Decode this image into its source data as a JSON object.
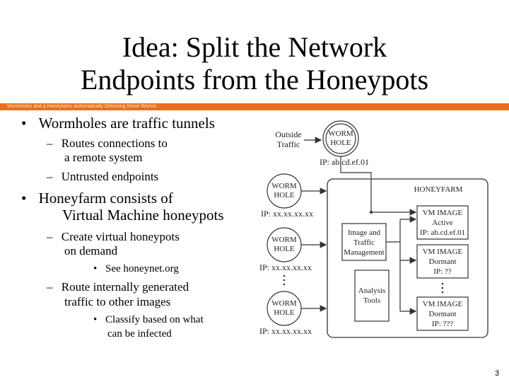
{
  "slide": {
    "title_line1": "Idea: Split the Network",
    "title_line2": "Endpoints from the Honeypots",
    "banner": "Wormholes and a Honeyfarm: Automatically Detecting Novel Worms",
    "page_number": "3",
    "accent_color": "#e8701c"
  },
  "bullets": {
    "b1": "Wormholes are traffic tunnels",
    "b1_1a": "Routes connections to",
    "b1_1b": "a remote system",
    "b1_2": "Untrusted endpoints",
    "b2a": "Honeyfarm consists of",
    "b2b": "Virtual Machine honeypots",
    "b2_1a": "Create virtual honeypots",
    "b2_1b": "on demand",
    "b2_1_1": "See honeynet.org",
    "b2_2a": "Route internally generated",
    "b2_2b": "traffic to other images",
    "b2_2_1a": "Classify based on what",
    "b2_2_1b": "can be infected",
    "bullet_glyph": "•",
    "dash_glyph": "–"
  },
  "diagram": {
    "outside_traffic_line1": "Outside",
    "outside_traffic_line2": "Traffic",
    "wormhole_line1": "WORM",
    "wormhole_line2": "HOLE",
    "ip_top": "IP: ab.cd.ef.01",
    "ip_generic": "IP: xx.xx.xx.xx",
    "honeyfarm_label": "HONEYFARM",
    "mgmt_line1": "Image and",
    "mgmt_line2": "Traffic",
    "mgmt_line3": "Management",
    "analysis_line1": "Analysis",
    "analysis_line2": "Tools",
    "vm_title": "VM IMAGE",
    "vm1_state": "Active",
    "vm1_ip": "IP: ab.cd.ef.01",
    "vm2_state": "Dormant",
    "vm2_ip": "IP: ??",
    "vm3_state": "Dormant",
    "vm3_ip": "IP: ???"
  }
}
